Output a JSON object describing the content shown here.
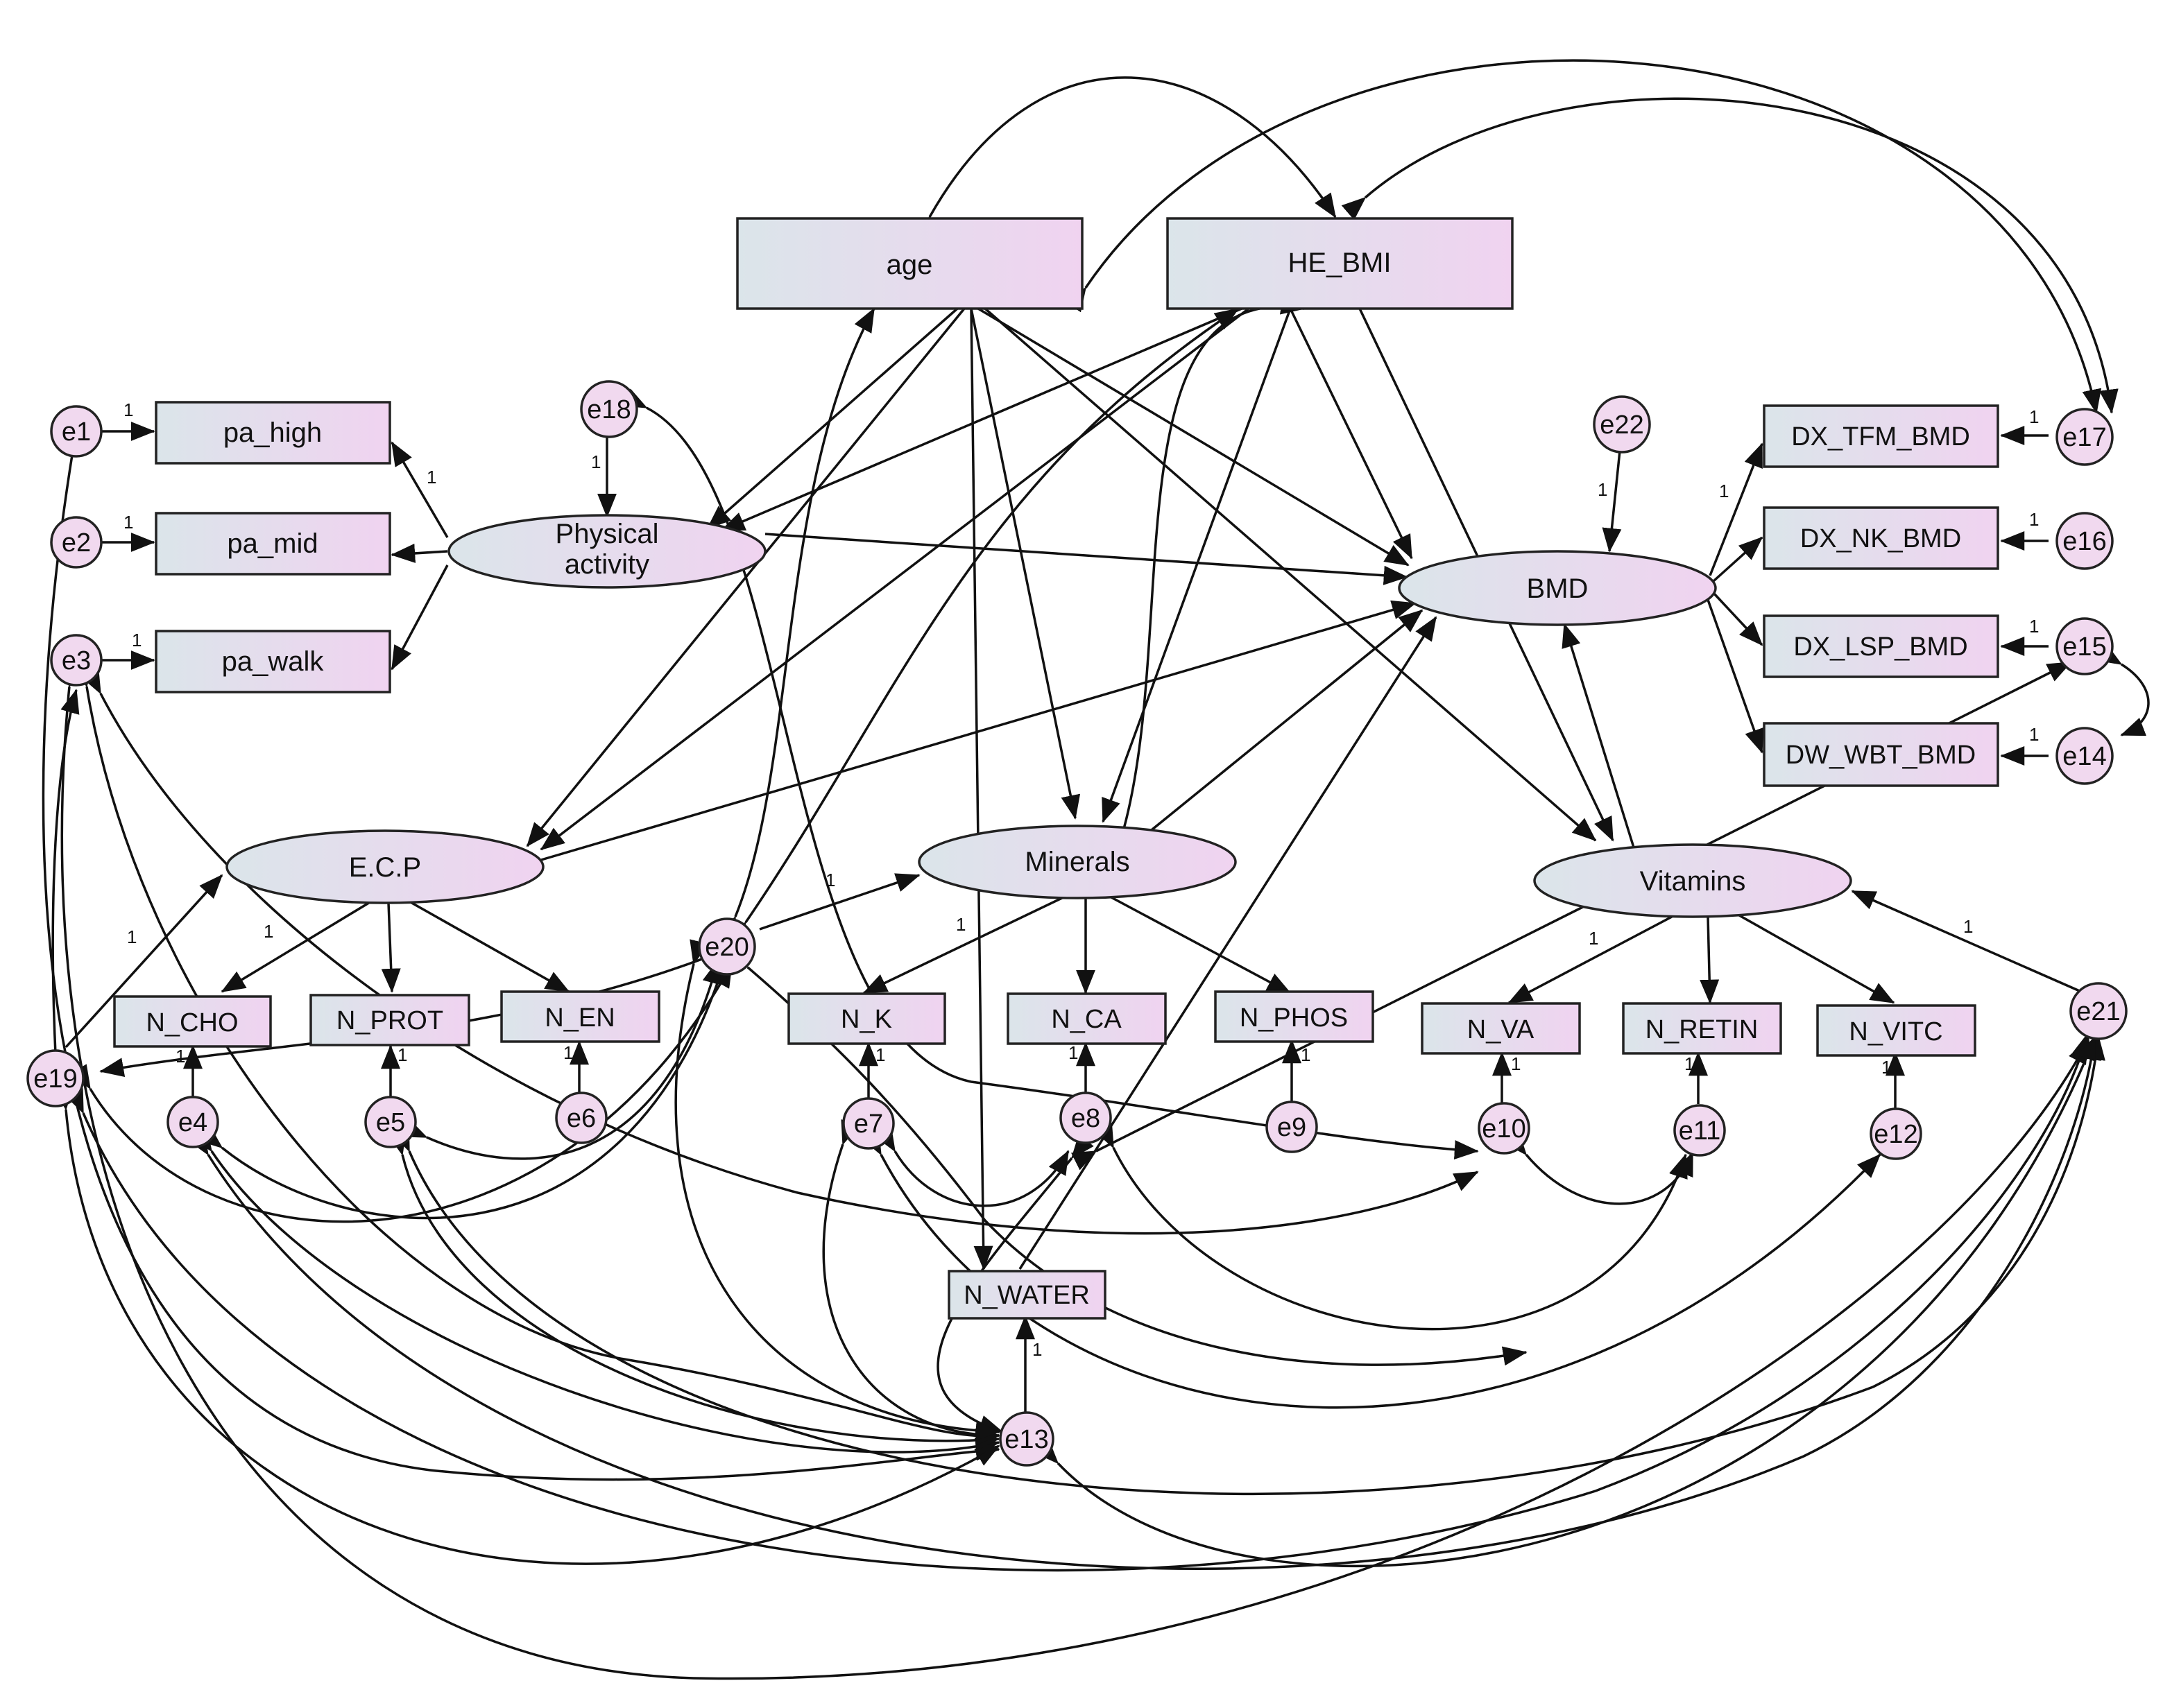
{
  "diagram": {
    "observed": {
      "age": "age",
      "he_bmi": "HE_BMI",
      "pa_high": "pa_high",
      "pa_mid": "pa_mid",
      "pa_walk": "pa_walk",
      "dx_tfm": "DX_TFM_BMD",
      "dx_nk": "DX_NK_BMD",
      "dx_lsp": "DX_LSP_BMD",
      "dw_wbt": "DW_WBT_BMD",
      "n_cho": "N_CHO",
      "n_prot": "N_PROT",
      "n_en": "N_EN",
      "n_k": "N_K",
      "n_ca": "N_CA",
      "n_phos": "N_PHOS",
      "n_va": "N_VA",
      "n_retin": "N_RETIN",
      "n_vitc": "N_VITC",
      "n_water": "N_WATER"
    },
    "latent": {
      "physical_line1": "Physical",
      "physical_line2": "activity",
      "bmd": "BMD",
      "ecp": "E.C.P",
      "minerals": "Minerals",
      "vitamins": "Vitamins"
    },
    "errors": {
      "e1": "e1",
      "e2": "e2",
      "e3": "e3",
      "e4": "e4",
      "e5": "e5",
      "e6": "e6",
      "e7": "e7",
      "e8": "e8",
      "e9": "e9",
      "e10": "e10",
      "e11": "e11",
      "e12": "e12",
      "e13": "e13",
      "e14": "e14",
      "e15": "e15",
      "e16": "e16",
      "e17": "e17",
      "e18": "e18",
      "e19": "e19",
      "e20": "e20",
      "e21": "e21",
      "e22": "e22"
    },
    "path_fix_label": "1",
    "colors": {
      "box_left": "#dbe5ea",
      "box_right": "#f0d3f0",
      "error_fill": "#f1d9ef",
      "stroke": "#222222"
    }
  }
}
